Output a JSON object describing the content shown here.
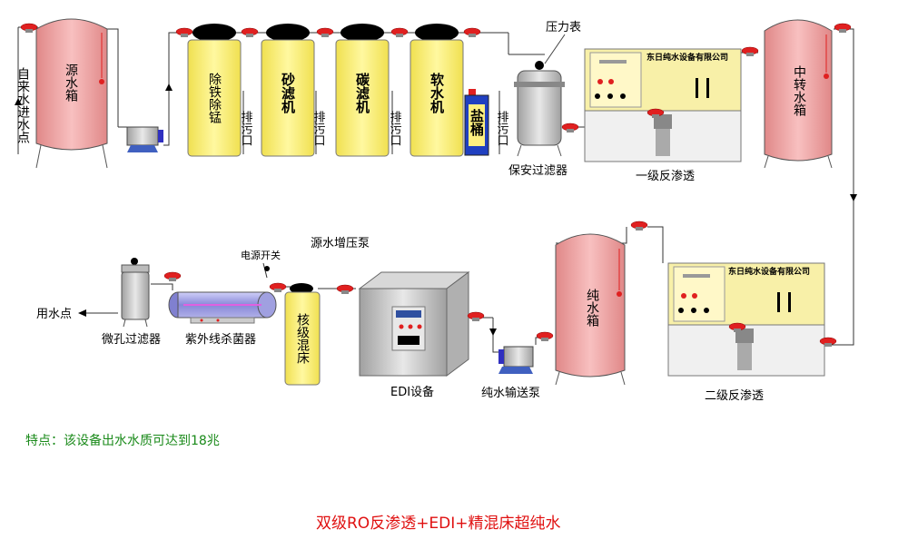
{
  "labels": {
    "tap_water": "自来水进水点",
    "source_tank": "源水箱",
    "iron_manganese": "除铁除锰",
    "sand_filter": "砂滤机",
    "carbon_filter": "碳滤机",
    "softener": "软水机",
    "salt_bucket": "盐桶",
    "drain": "排污口",
    "pressure_gauge": "压力表",
    "security_filter": "保安过滤器",
    "ro1": "一级反渗透",
    "intermediate_tank": "中转水箱",
    "ro2": "二级反渗透",
    "pure_tank": "纯水箱",
    "pure_pump": "纯水输送泵",
    "edi": "EDI设备",
    "booster_pump": "源水增压泵",
    "mixed_bed": "核级混床",
    "power_switch": "电源开关",
    "uv": "紫外线杀菌器",
    "micro_filter": "微孔过滤器",
    "use_point": "用水点",
    "ro_plate": "东日纯水设备有限公司"
  },
  "note": "特点：该设备出水水质可达到18兆",
  "title": "双级RO反渗透+EDI+精混床超纯水",
  "colors": {
    "tank_fill": "#efa0a0",
    "filter_fill": "#fff080",
    "filter_cap": "#000000",
    "ro_fill": "#f8f0a8",
    "edi_fill": "#c8c8c8",
    "uv_fill": "#b8b8e8",
    "valve": "#e02020",
    "note_color": "#1a8a1a",
    "title_color": "#e01010"
  }
}
